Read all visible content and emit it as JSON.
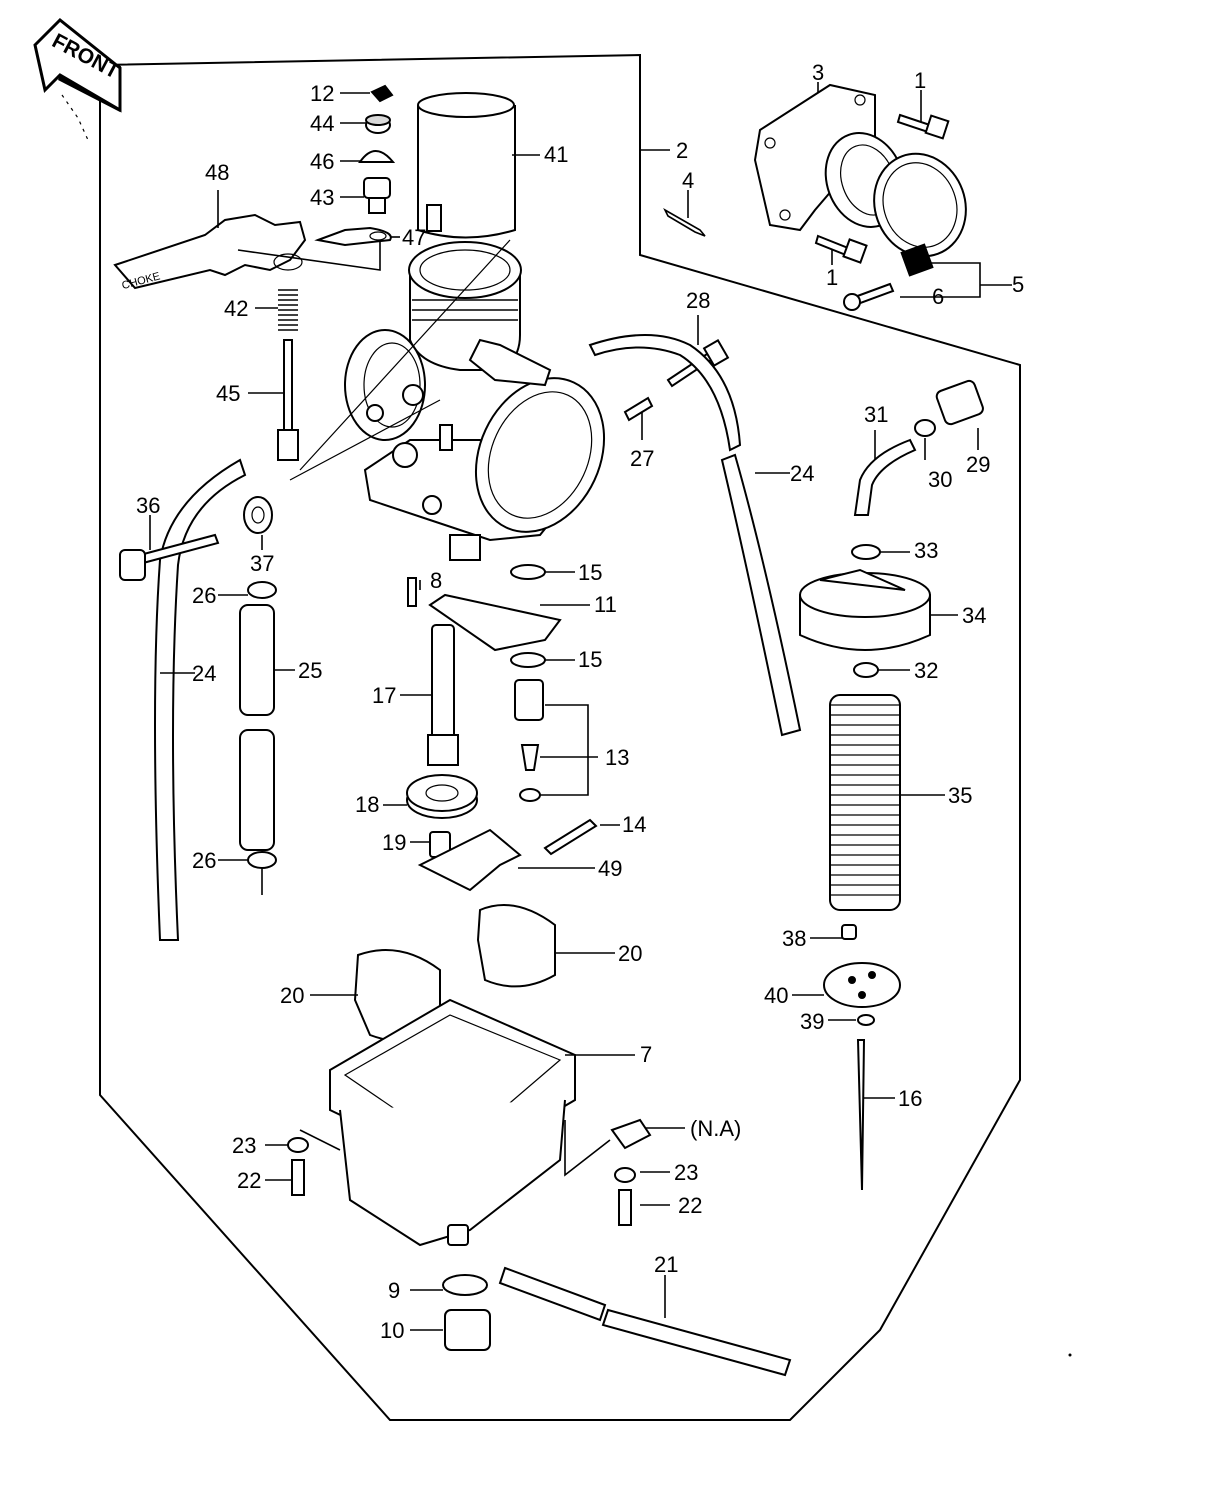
{
  "front_label": "FRONT",
  "callouts": {
    "c1a": "1",
    "c1b": "1",
    "c2": "2",
    "c3": "3",
    "c4": "4",
    "c5": "5",
    "c6": "6",
    "c7": "7",
    "c8": "8",
    "c9": "9",
    "c10": "10",
    "c11": "11",
    "c12": "12",
    "c13": "13",
    "c14": "14",
    "c15a": "15",
    "c15b": "15",
    "c16": "16",
    "c17": "17",
    "c18": "18",
    "c19": "19",
    "c20a": "20",
    "c20b": "20",
    "c21": "21",
    "c22a": "22",
    "c22b": "22",
    "c23a": "23",
    "c23b": "23",
    "c24a": "24",
    "c24b": "24",
    "c25": "25",
    "c26a": "26",
    "c26b": "26",
    "c27": "27",
    "c28": "28",
    "c29": "29",
    "c30": "30",
    "c31": "31",
    "c32": "32",
    "c33": "33",
    "c34": "34",
    "c35": "35",
    "c36": "36",
    "c37": "37",
    "c38": "38",
    "c39": "39",
    "c40": "40",
    "c41": "41",
    "c42": "42",
    "c43": "43",
    "c44": "44",
    "c45": "45",
    "c46": "46",
    "c47": "47",
    "c48": "48",
    "c49": "49",
    "na": "(N.A)"
  },
  "lever_text": "CHOKE"
}
